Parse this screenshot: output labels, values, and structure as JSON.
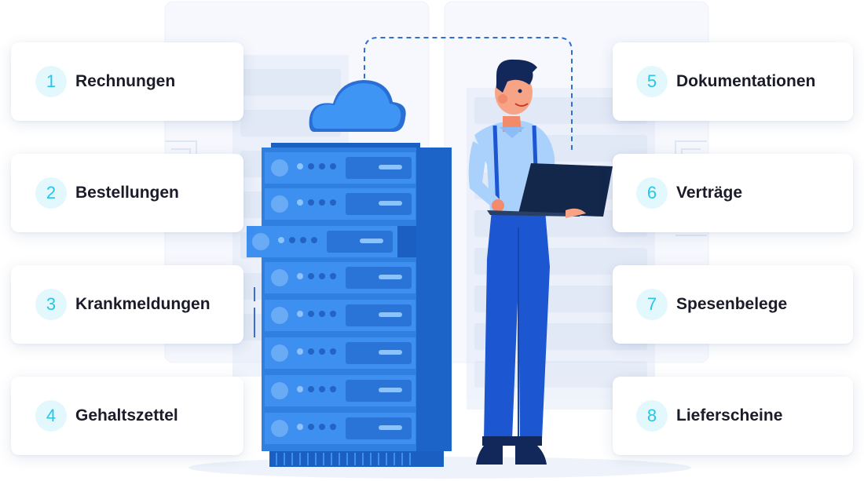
{
  "categories": [
    {
      "number": "1",
      "label": "Rechnungen"
    },
    {
      "number": "2",
      "label": "Bestellungen"
    },
    {
      "number": "3",
      "label": "Krankmeldungen"
    },
    {
      "number": "4",
      "label": "Gehaltszettel"
    },
    {
      "number": "5",
      "label": "Dokumentationen"
    },
    {
      "number": "6",
      "label": "Verträge"
    },
    {
      "number": "7",
      "label": "Spesenbelege"
    },
    {
      "number": "8",
      "label": "Lieferscheine"
    }
  ],
  "colors": {
    "accent_number": "#26c6e6",
    "number_bg": "#e3f8fc",
    "server_blue": "#2f7fe0",
    "server_dark": "#1b63c6",
    "cloud": "#3b8ef0",
    "laptop": "#12274a",
    "trousers": "#1c56d1",
    "shirt": "#a9d1fb"
  },
  "icons": [
    "cloud-icon",
    "server-rack-icon",
    "person-with-laptop-icon"
  ]
}
